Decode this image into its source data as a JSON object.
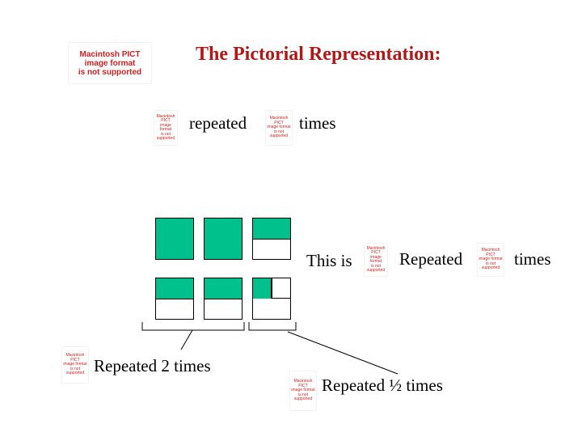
{
  "title": "The Pictorial Representation:",
  "missing_image_text": "Macintosh PICT\nimage format\nis not supported",
  "labels": {
    "repeated": "repeated",
    "times_top": "times",
    "this_is": "This is",
    "repeated_mid": "Repeated",
    "times_mid": "times",
    "repeated_2": "Repeated 2 times",
    "repeated_half": "Repeated ½ times"
  },
  "colors": {
    "fill": "#00c08b",
    "title": "#b01818"
  },
  "squares": [
    {
      "shaded_fraction": 1
    },
    {
      "shaded_fraction": 1
    },
    {
      "shaded_fraction": 0.5
    },
    {
      "shaded_fraction": 0.5
    },
    {
      "shaded_fraction": 0.5
    },
    {
      "shaded_fraction": 0.25
    }
  ]
}
